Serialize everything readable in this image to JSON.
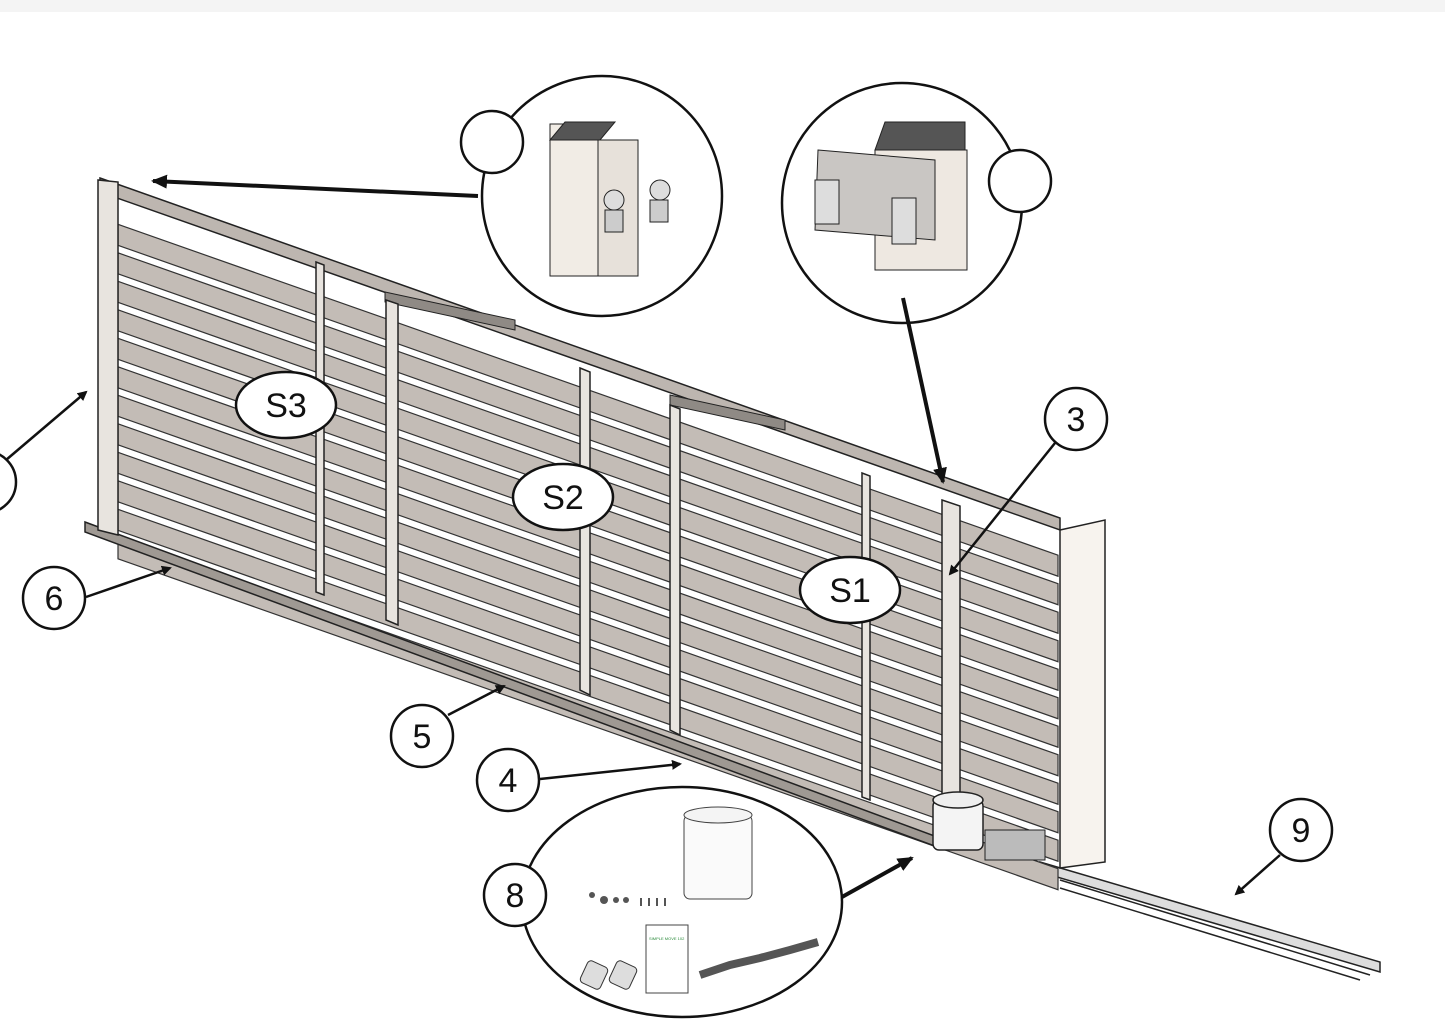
{
  "diagram": {
    "section_labels": [
      "S3",
      "S2",
      "S1"
    ],
    "callout_labels": {
      "c3": "3",
      "c4": "4",
      "c5": "5",
      "c6": "6",
      "c8": "8",
      "c9": "9"
    },
    "manual_title": "SIMPLE MOVE 102",
    "colors": {
      "slat": "#c3bcb6",
      "line": "#111111",
      "post": "#e8e4df"
    }
  }
}
